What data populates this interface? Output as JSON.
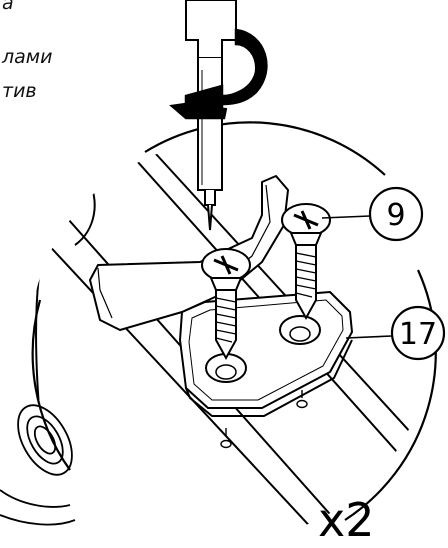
{
  "instructions": {
    "line_1": "а",
    "line_2": "лами",
    "line_3": "тив"
  },
  "callouts": {
    "screw_label": "9",
    "bracket_label": "17"
  },
  "quantity": "x2",
  "colors": {
    "stroke": "#000000",
    "background": "#ffffff",
    "shading": "#d9d9d9"
  }
}
